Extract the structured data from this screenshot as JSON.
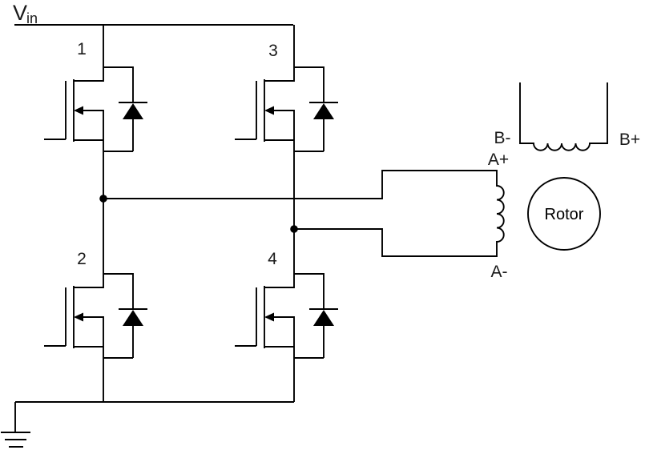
{
  "diagram": {
    "kind": "h-bridge-stepper-driver-schematic",
    "line_color": "#000000",
    "background_color": "#ffffff"
  },
  "supply": {
    "vin_main": "V",
    "vin_sub": "in"
  },
  "transistors": [
    {
      "label": "1"
    },
    {
      "label": "2"
    },
    {
      "label": "3"
    },
    {
      "label": "4"
    }
  ],
  "motor": {
    "terminal_b_minus": "B-",
    "terminal_b_plus": "B+",
    "terminal_a_plus": "A+",
    "terminal_a_minus": "A-",
    "rotor_label": "Rotor"
  }
}
